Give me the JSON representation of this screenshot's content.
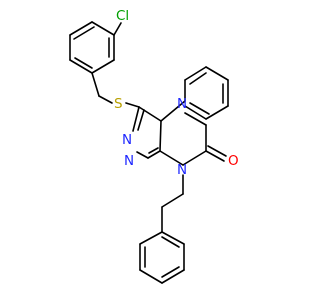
{
  "atoms": {
    "cl": {
      "text": "Cl",
      "color": "#00a000"
    },
    "s": {
      "text": "S",
      "color": "#b8a000"
    },
    "n1": {
      "text": "N",
      "color": "#1f28ff"
    },
    "n2": {
      "text": "N",
      "color": "#1f28ff"
    },
    "n3": {
      "text": "N",
      "color": "#1f28ff"
    },
    "n4": {
      "text": "N",
      "color": "#1f28ff"
    },
    "o": {
      "text": "O",
      "color": "#ff0000"
    }
  }
}
